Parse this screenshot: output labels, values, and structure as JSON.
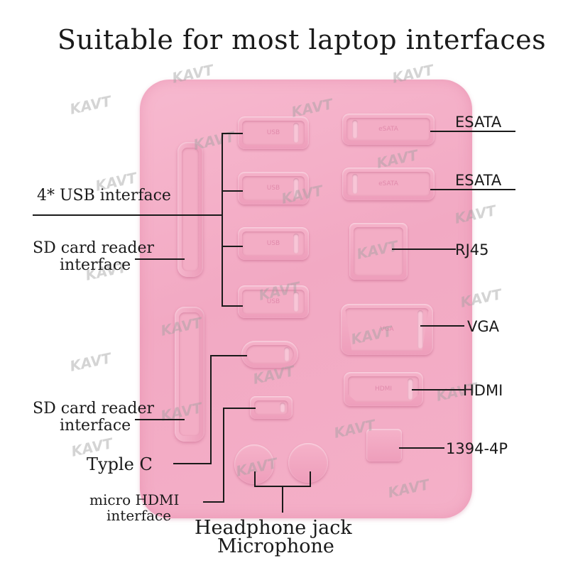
{
  "title": "Suitable for most laptop interfaces",
  "labels": {
    "usb": "4* USB interface",
    "sd_top_line1": "SD card reader",
    "sd_top_line2": "interface",
    "sd_bottom_line1": "SD card reader",
    "sd_bottom_line2": "interface",
    "typec": "Typle C",
    "micro_hdmi_line1": "micro HDMI",
    "micro_hdmi_line2": "interface",
    "headphone": "Headphone jack",
    "microphone": "Microphone",
    "esata1": "ESATA",
    "esata2": "ESATA",
    "rj45": "RJ45",
    "vga": "VGA",
    "hdmi": "HDMI",
    "firewire": "1394-4P"
  },
  "embossed": {
    "usb": "USB",
    "esata": "eSATA",
    "vga": "VGA",
    "hdmi": "HDMI"
  },
  "watermark": "KAVT",
  "colors": {
    "board": "#f2a9c3",
    "text": "#1a1a1a"
  }
}
